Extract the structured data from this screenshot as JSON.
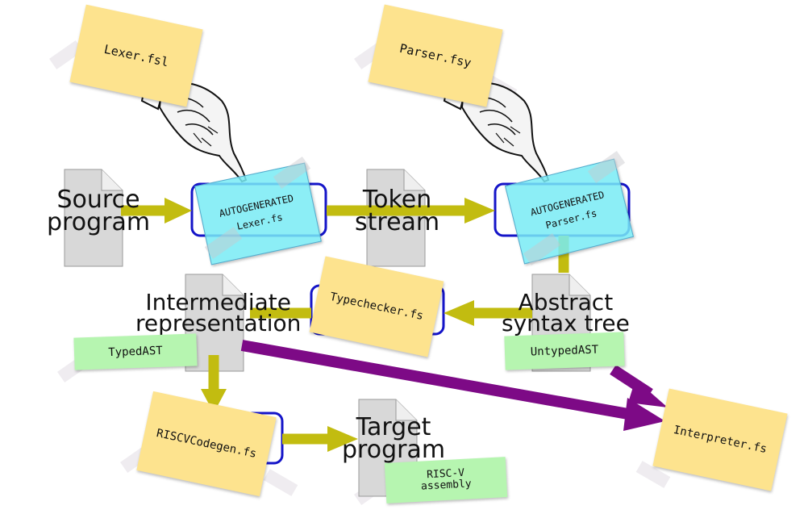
{
  "labels": {
    "source": [
      "Source",
      "program"
    ],
    "token": [
      "Token",
      "stream"
    ],
    "ast": [
      "Abstract",
      "syntax tree"
    ],
    "ir": [
      "Intermediate",
      "representation"
    ],
    "target": [
      "Target",
      "program"
    ]
  },
  "notes": {
    "lexer_fsl": "Lexer.fsl",
    "parser_fsy": "Parser.fsy",
    "lexer_fs_line1": "AUTOGENERATED",
    "lexer_fs_line2": "Lexer.fs",
    "parser_fs_line1": "AUTOGENERATED",
    "parser_fs_line2": "Parser.fs",
    "typechecker": "Typechecker.fs",
    "codegen": "RISCVCodegen.fs",
    "interpreter": "Interpreter.fs",
    "typed_ast": "TypedAST",
    "untyped_ast": "UntypedAST",
    "riscv_line1": "RISC-V",
    "riscv_line2": "assembly"
  },
  "colors": {
    "arrow_olive": "#c2bc10",
    "arrow_purple": "#7d0a86",
    "box_border": "#1414c8",
    "note_yellow": "#fde38e",
    "note_cyan": "#78ebf5",
    "note_green": "#b6f5b0",
    "document_gray": "#d6d6d6"
  },
  "icons": [
    "pointing-hand-icon",
    "document-icon"
  ]
}
